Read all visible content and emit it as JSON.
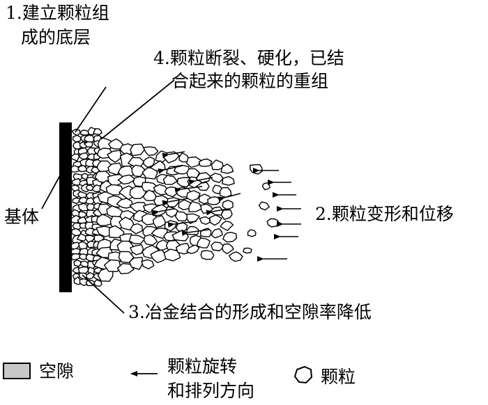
{
  "labels": {
    "base_layer_1": "1.建立颗粒组",
    "base_layer_2": "成的底层",
    "regroup_1": "4.颗粒断裂、硬化，已结",
    "regroup_2": "合起来的颗粒的重组",
    "substrate": "基体",
    "deform": "2.颗粒变形和位移",
    "bonding": "3.冶金结合的形成和空隙率降低"
  },
  "legend": {
    "void": "空隙",
    "direction_1": "颗粒旋转",
    "direction_2": "和排列方向",
    "particle": "颗粒"
  },
  "colors": {
    "ink": "#000000",
    "void_fill": "#c8c8c8",
    "background": "#ffffff"
  }
}
